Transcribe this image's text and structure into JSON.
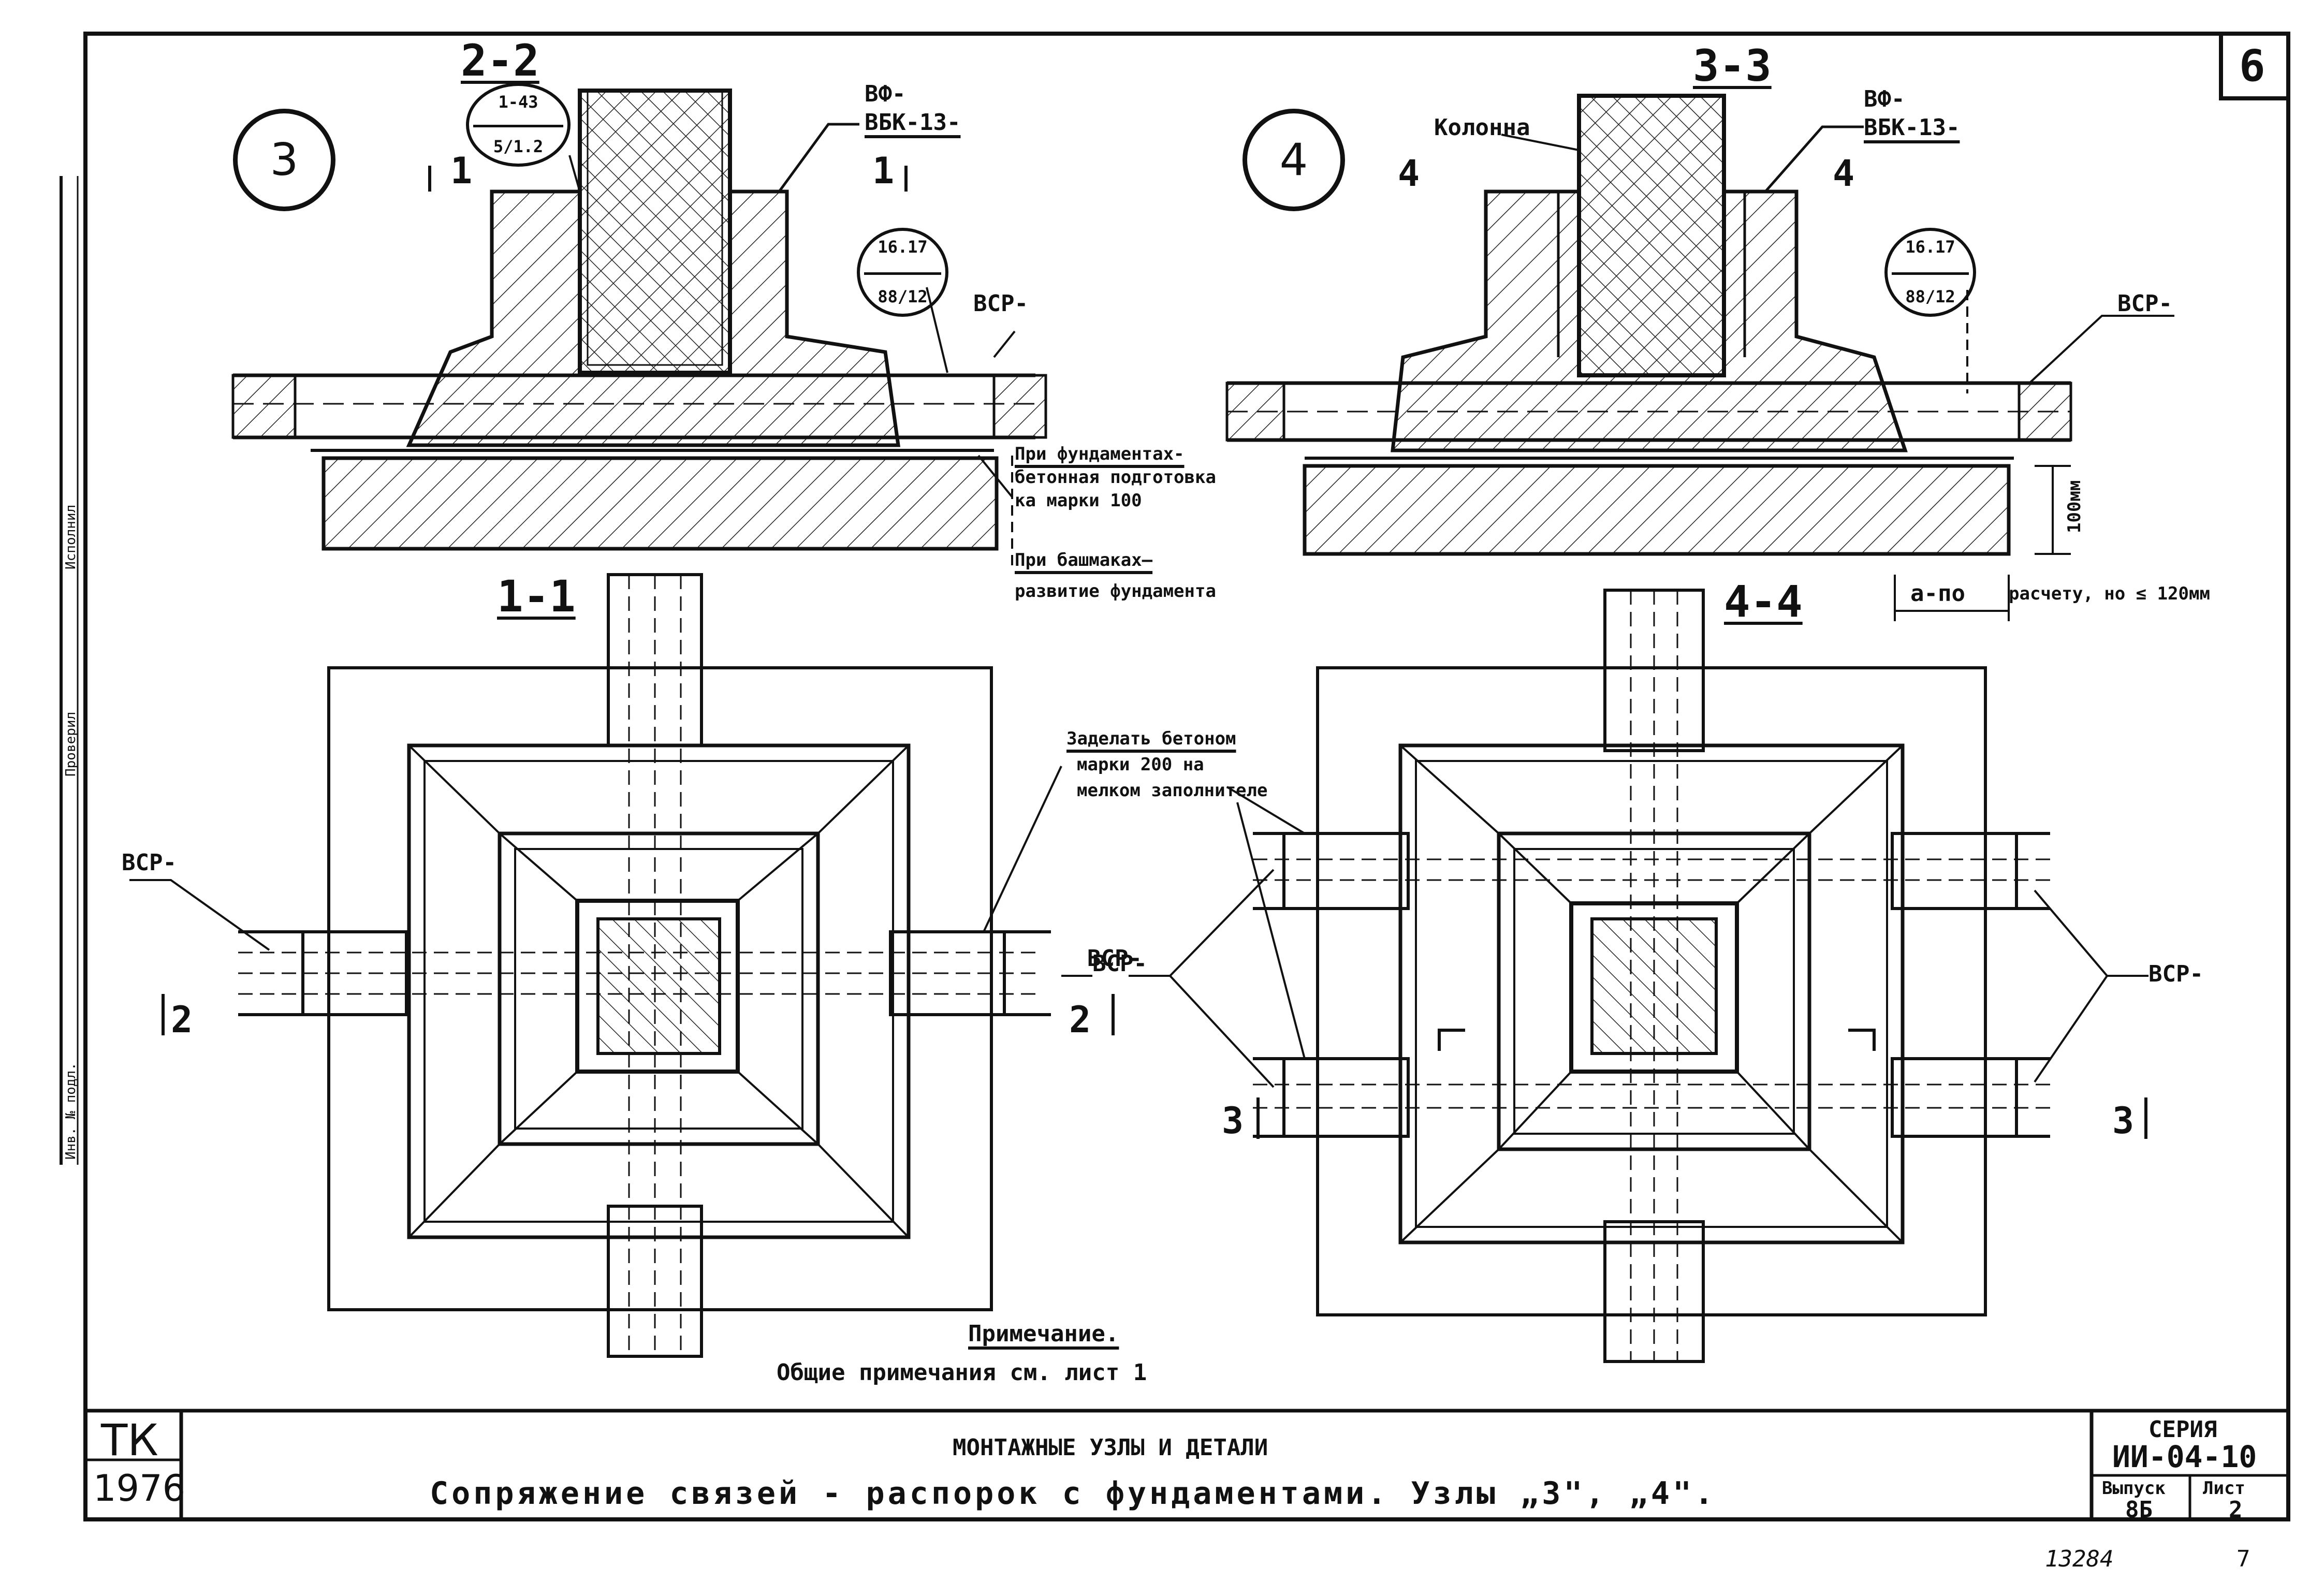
{
  "sheet": {
    "page_number": "6",
    "small_number": "7",
    "archive_number": "13284"
  },
  "node3": {
    "node_number": "3",
    "section_title": "2-2",
    "ref_top": "1-43",
    "ref_bottom": "5/1.2",
    "ref2_top": "16.17",
    "ref2_bottom": "88/12",
    "mark_vf": "ВФ-",
    "mark_vbk": "ВБК-13-",
    "mark_vsr": "ВСР-",
    "cut_left": "1",
    "cut_right": "1",
    "note_foundation": "При фундаментах-",
    "note_prep_1": "бетонная подготовка",
    "note_prep_2": "ка марки 100",
    "note_shoe": "При башмаках—",
    "note_dev": "развитие фундамента"
  },
  "node4": {
    "node_number": "4",
    "section_title": "3-3",
    "column_label": "Колонна",
    "mark_vf": "ВФ-",
    "mark_vbk": "ВБК-13-",
    "ref_top": "16.17",
    "ref_bottom": "88/12",
    "mark_vsr": "ВСР-",
    "cut_left": "4",
    "cut_right": "4",
    "dim_100": "100мм",
    "dim_note_a": "а-по",
    "dim_note_rest": "расчету, но ≤ 120мм"
  },
  "plan1": {
    "title": "1-1",
    "mark_vsr_left": "ВСР-",
    "mark_vsr_right": "ВСР-",
    "cut_left": "2",
    "cut_right": "2"
  },
  "plan4": {
    "title": "4-4",
    "mark_vsr_left": "ВСР-",
    "mark_vsr_right": "ВСР-",
    "cut_left": "3",
    "cut_right": "3",
    "grout_1": "Заделать бетоном",
    "grout_2": "марки 200 на",
    "grout_3": "мелком заполнителе"
  },
  "note": {
    "title": "Примечание.",
    "text": "Общие примечания см. лист 1"
  },
  "side_stamp": {
    "text_1": "Проверил",
    "text_2": "Исполнил",
    "text_3": "Инв. № подл."
  },
  "title_block": {
    "org": "ТК",
    "year": "1976",
    "subtitle": "МОНТАЖНЫЕ УЗЛЫ И ДЕТАЛИ",
    "title": "Сопряжение связей - распорок с фундаментами.   Узлы „3\", „4\".",
    "series_label": "СЕРИЯ",
    "series_value": "ИИ-04-10",
    "issue_label": "Выпуск",
    "issue_value": "8Б",
    "sheet_label": "Лист",
    "sheet_value": "2"
  }
}
